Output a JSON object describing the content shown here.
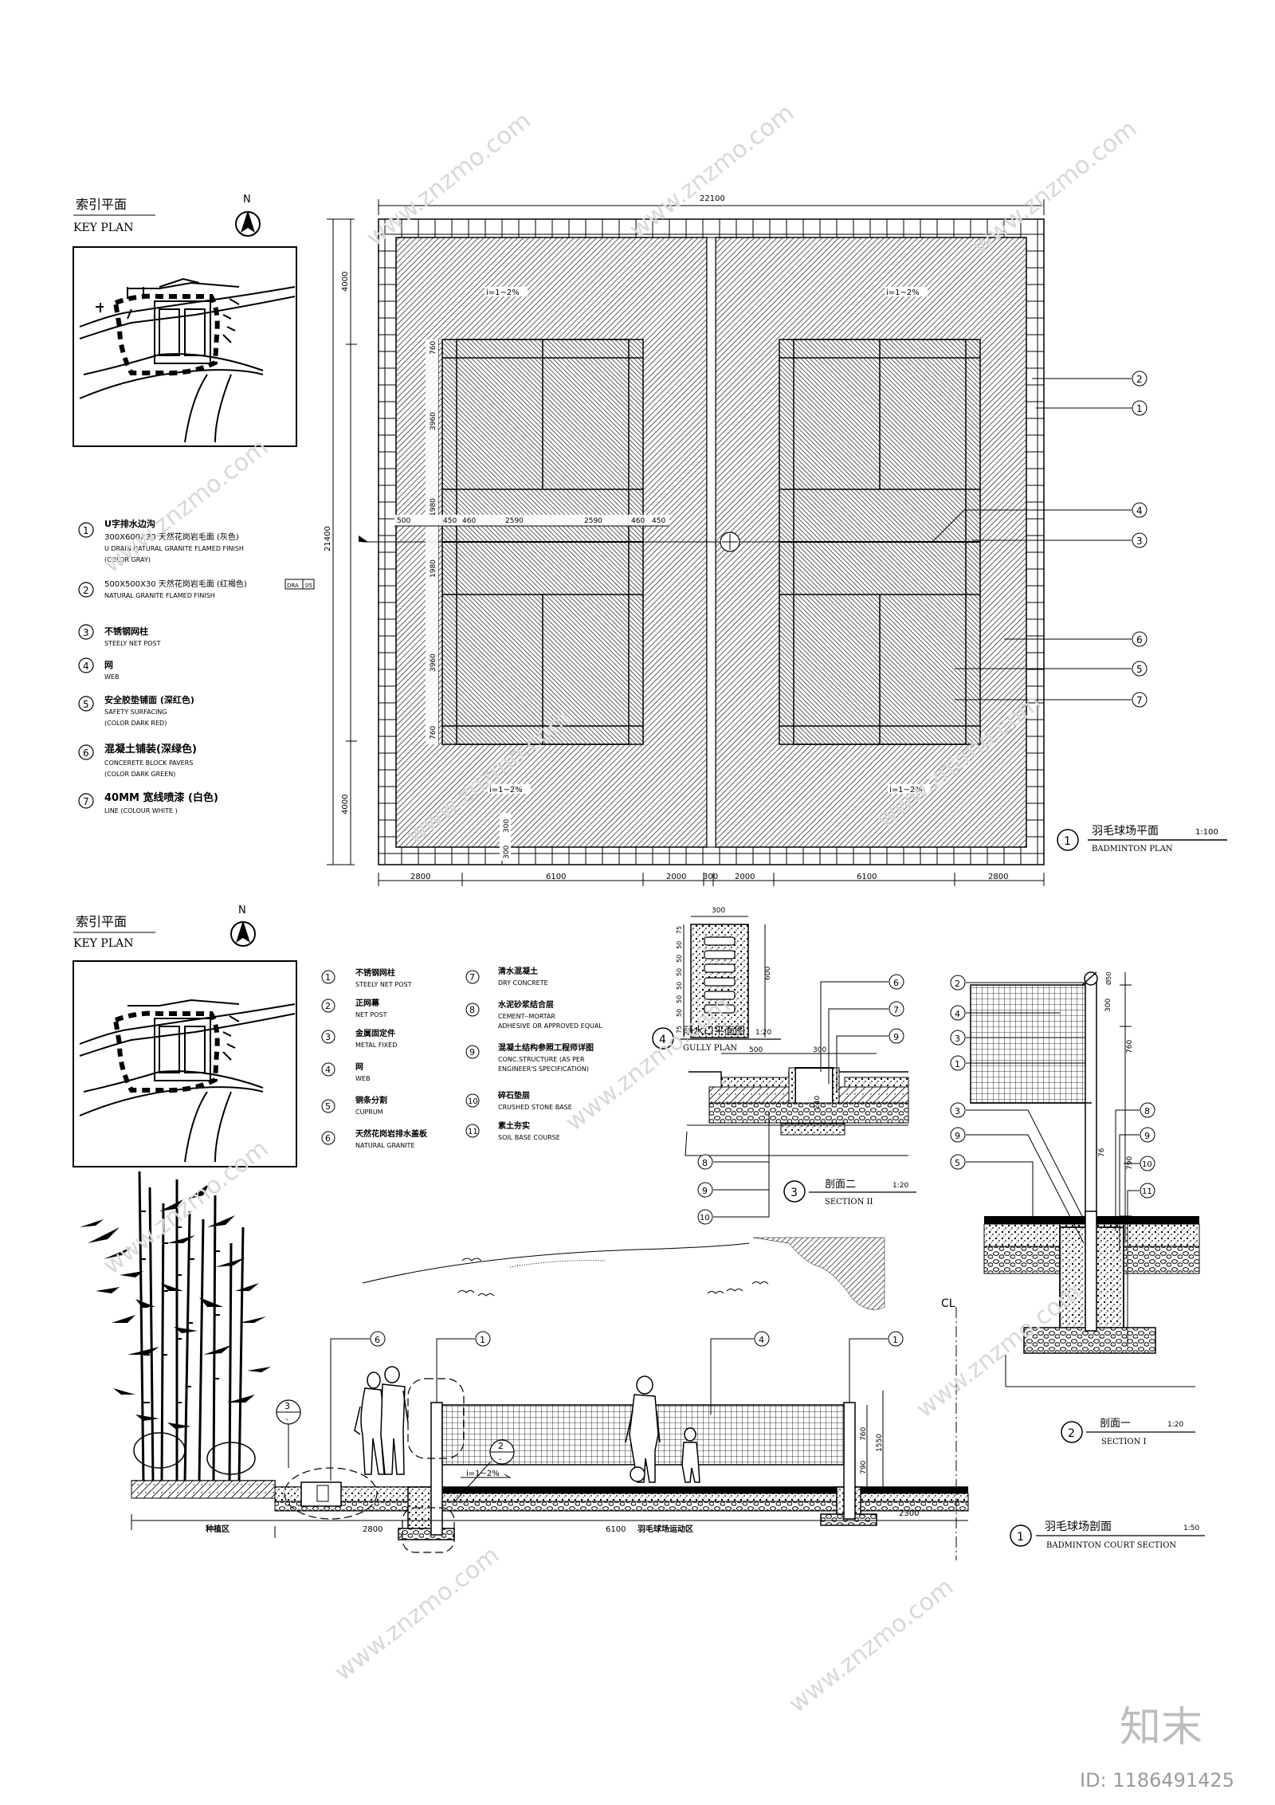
{
  "key_plan_1": {
    "title_cn": "索引平面",
    "title_en": "KEY PLAN",
    "north": "N"
  },
  "key_plan_2": {
    "title_cn": "索引平面",
    "title_en": "KEY PLAN",
    "north": "N"
  },
  "legend_1": [
    {
      "num": "1",
      "lines": [
        "U字排水边沟",
        "300X600X30   天然花岗岩毛面 (灰色)",
        "U DRAIN  NATURAL GRANITE    FLAMED FINISH",
        "(COLOR GRAY)"
      ]
    },
    {
      "num": "2",
      "lines": [
        "500X500X30   天然花岗岩毛面 (红褐色)",
        "NATURAL GRANITE    FLAMED FINISH",
        ""
      ]
    },
    {
      "num": "3",
      "lines": [
        "不锈钢网柱",
        "STEELY NET POST"
      ]
    },
    {
      "num": "4",
      "lines": [
        "网",
        "WEB"
      ]
    },
    {
      "num": "5",
      "lines": [
        "安全胶垫铺面 (深红色)",
        "SAFETY SURFACING",
        "(COLOR DARK RED)"
      ]
    },
    {
      "num": "6",
      "lines": [
        "混凝土铺装(深绿色)",
        "CONCERETE BLOCK PAVERS",
        "(COLOR DARK GREEN)"
      ]
    },
    {
      "num": "7",
      "lines": [
        "40MM   宽线喷漆 (白色)",
        "LINE (COLOUR WHITE )"
      ]
    }
  ],
  "legend_1_tag": [
    "DRA",
    "05"
  ],
  "plan": {
    "title_cn": "羽毛球场平面",
    "scale": "1:100",
    "title_en": "BADMINTON PLAN",
    "num": "1",
    "dim_top": "22100",
    "dim_left_total": "21400",
    "dim_left": [
      "4000",
      "4000"
    ],
    "dim_bottom": [
      "2800",
      "6100",
      "2000",
      "300",
      "2000",
      "6100",
      "2800"
    ],
    "slope_label": "i=1~2%",
    "court_dims_v": [
      "760",
      "3960",
      "1980",
      "1980",
      "3960",
      "760"
    ],
    "court_dims_h": [
      "500",
      "450",
      "460",
      "2590",
      "2590",
      "460",
      "450"
    ],
    "gutter_dims": [
      "300",
      "300"
    ],
    "callouts": [
      "2",
      "1",
      "4",
      "3",
      "6",
      "5",
      "7"
    ]
  },
  "legend_2_left": [
    {
      "num": "1",
      "cn": "不锈钢网柱",
      "en": "STEELY NET POST"
    },
    {
      "num": "2",
      "cn": "正网幕",
      "en": "NET POST"
    },
    {
      "num": "3",
      "cn": "金属固定件",
      "en": "METAL FIXED"
    },
    {
      "num": "4",
      "cn": "网",
      "en": "WEB"
    },
    {
      "num": "5",
      "cn": "铜条分割",
      "en": "CUPRUM"
    },
    {
      "num": "6",
      "cn": "天然花岗岩排水盖板",
      "en": "NATURAL GRANITE"
    }
  ],
  "legend_2_right": [
    {
      "num": "7",
      "cn": "清水混凝土",
      "en": [
        "DRY CONCRETE"
      ]
    },
    {
      "num": "8",
      "cn": "水泥砂浆结合层",
      "en": [
        "CEMENT--MORTAR",
        "ADHESIVE OR     APPROVED EQUAL"
      ]
    },
    {
      "num": "9",
      "cn": "混凝土结构参照工程师详图",
      "en": [
        "CONC.STRUCTURE (AS PER",
        "ENGINEER'S SPECIFICATION)"
      ]
    },
    {
      "num": "10",
      "cn": "碎石垫层",
      "en": [
        "CRUSHED STONE BASE"
      ]
    },
    {
      "num": "11",
      "cn": "素土夯实",
      "en": [
        "SOIL BASE COURSE"
      ]
    }
  ],
  "gully": {
    "title_cn": "雨水口平面图",
    "scale": "1:20",
    "title_en": "GULLY PLAN",
    "num": "4",
    "dim_w": "300",
    "dim_h": "600",
    "dims_v": [
      "75",
      "50",
      "50",
      "50",
      "50",
      "50",
      "50",
      "75"
    ]
  },
  "section2": {
    "title_cn": "剖面二",
    "scale": "1:20",
    "title_en": "SECTION II",
    "num": "3",
    "dims": [
      "500",
      "300",
      "240"
    ],
    "callouts_right": [
      "6",
      "7",
      "9"
    ],
    "callouts_left": [
      "8",
      "9",
      "10"
    ]
  },
  "section1": {
    "title_cn": "剖面一",
    "scale": "1:20",
    "title_en": "SECTION I",
    "num": "2",
    "dims": [
      "300",
      "760",
      "790",
      "76",
      "Ø50"
    ],
    "callouts_left": [
      "2",
      "4",
      "3",
      "1",
      "3",
      "9",
      "5"
    ],
    "callouts_right": [
      "8",
      "9",
      "10",
      "11"
    ]
  },
  "court_section": {
    "title_cn": "羽毛球场剖面",
    "scale": "1:50",
    "title_en": "BADMINTON COURT SECTION",
    "num": "1",
    "zone_left": "种植区",
    "zone_main": "羽毛球场运动区",
    "dims": [
      "2800",
      "6100",
      "2300"
    ],
    "heights": [
      "760",
      "790",
      "1550"
    ],
    "slope": "i=1~2%",
    "callouts": [
      "6",
      "1",
      "4",
      "1"
    ],
    "detail_refs": [
      {
        "num": "3",
        "sheet": "-"
      },
      {
        "num": "2",
        "sheet": "-"
      }
    ],
    "cl": "CL"
  },
  "watermark": {
    "brand": "知末",
    "id": "ID: 1186491425",
    "url": "www.znzmo.com"
  },
  "colors": {
    "ink": "#000000",
    "hatch": "#555555",
    "watermark": "#d8d8d8"
  }
}
